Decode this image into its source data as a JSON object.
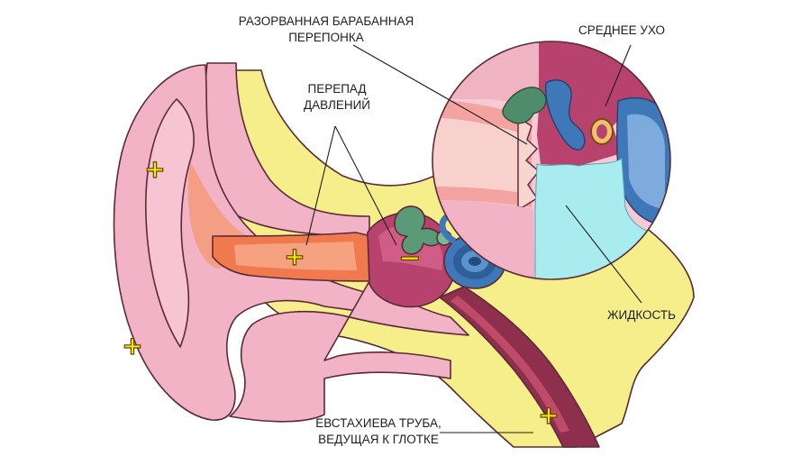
{
  "labels": {
    "ruptured_eardrum_line1": "РАЗОРВАННАЯ БАРАБАННАЯ",
    "ruptured_eardrum_line2": "ПЕРЕПОНКА",
    "pressure_diff_line1": "ПЕРЕПАД",
    "pressure_diff_line2": "ДАВЛЕНИЙ",
    "middle_ear": "СРЕДНЕЕ УХО",
    "fluid": "ЖИДКОСТЬ",
    "eustachian_line1": "ЕВСТАХИЕВА ТРУБА,",
    "eustachian_line2": "ВЕДУЩАЯ К ГЛОТКЕ"
  },
  "signs": {
    "plus": "+",
    "minus": "−"
  },
  "colors": {
    "skin_pink": "#f2b3c6",
    "ear_canal": "#f07a4e",
    "bone_yellow": "#f5ee8a",
    "cavity_magenta": "#b8426e",
    "tube_maroon": "#8e2f4e",
    "ossicle_green": "#5a9a78",
    "cochlea_blue": "#3f78b8",
    "fluid_cyan": "#a8ecef",
    "sign_yellow": "#ffe600"
  }
}
